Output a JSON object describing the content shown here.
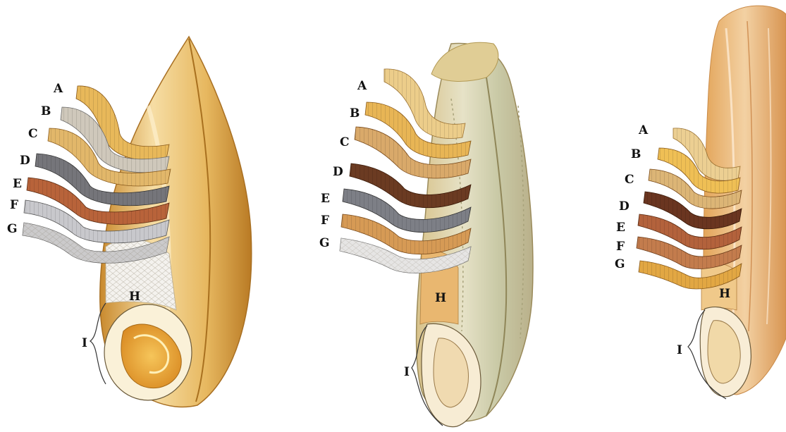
{
  "palette": {
    "grain_light": "#f3d79a",
    "grain_mid": "#e7b860",
    "grain_dark": "#c98a2e",
    "husk_green": "#d8d7b8",
    "brown": "#8a4a24",
    "grey": "#7d7d80",
    "germ": "#e6a43a"
  },
  "grains": [
    {
      "id": "grain-1",
      "labels": [
        "A",
        "B",
        "C",
        "D",
        "E",
        "F",
        "G"
      ],
      "endosperm_label": "H",
      "germ_label": "I",
      "layer_colors": [
        "#e8b85a",
        "#cfc8bb",
        "#e2b76a",
        "#75757a",
        "#b8633a",
        "#c8c8cc",
        "#9a9aa0"
      ]
    },
    {
      "id": "grain-2",
      "labels": [
        "A",
        "B",
        "C",
        "D",
        "E",
        "F",
        "G"
      ],
      "endosperm_label": "H",
      "germ_label": "I",
      "layer_colors": [
        "#eccd8a",
        "#e8b555",
        "#d9a96a",
        "#6b3b22",
        "#7d7f86",
        "#d69a55",
        "#d2d2d6"
      ]
    },
    {
      "id": "grain-3",
      "labels": [
        "A",
        "B",
        "C",
        "D",
        "E",
        "F",
        "G"
      ],
      "endosperm_label": "H",
      "germ_label": "I",
      "layer_colors": [
        "#eccf92",
        "#efbf55",
        "#dcb576",
        "#6a3520",
        "#b3623c",
        "#c37c4d",
        "#e2a743"
      ]
    }
  ]
}
